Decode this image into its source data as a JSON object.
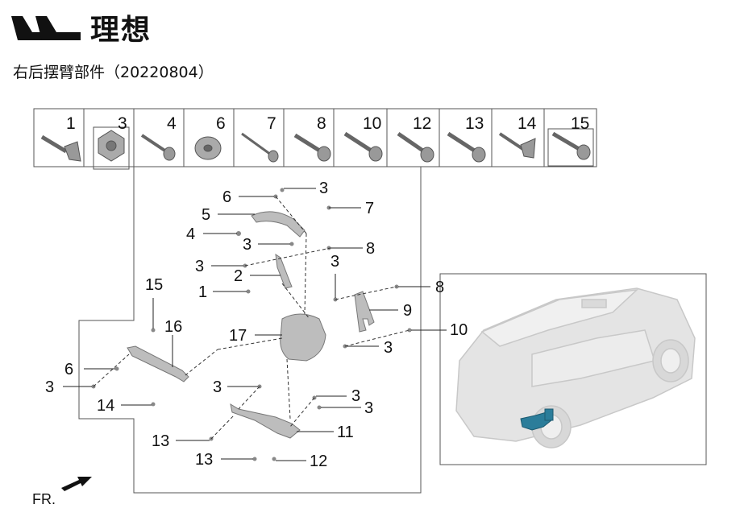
{
  "brand": {
    "logo_icon": "li-auto-logo-icon",
    "name": "理想"
  },
  "title": "右后摆臂部件（20220804）",
  "header_cells": [
    "1",
    "3",
    "4",
    "6",
    "7",
    "8",
    "10",
    "12",
    "13",
    "14",
    "15"
  ],
  "callouts": [
    {
      "id": "c-6a",
      "text": "6"
    },
    {
      "id": "c-3a",
      "text": "3"
    },
    {
      "id": "c-5",
      "text": "5"
    },
    {
      "id": "c-7",
      "text": "7"
    },
    {
      "id": "c-4",
      "text": "4"
    },
    {
      "id": "c-3b",
      "text": "3"
    },
    {
      "id": "c-8a",
      "text": "8"
    },
    {
      "id": "c-3c",
      "text": "3"
    },
    {
      "id": "c-2",
      "text": "2"
    },
    {
      "id": "c-1",
      "text": "1"
    },
    {
      "id": "c-3d",
      "text": "3"
    },
    {
      "id": "c-8b",
      "text": "8"
    },
    {
      "id": "c-9",
      "text": "9"
    },
    {
      "id": "c-10",
      "text": "10"
    },
    {
      "id": "c-3e",
      "text": "3"
    },
    {
      "id": "c-15",
      "text": "15"
    },
    {
      "id": "c-16",
      "text": "16"
    },
    {
      "id": "c-17",
      "text": "17"
    },
    {
      "id": "c-6b",
      "text": "6"
    },
    {
      "id": "c-3f",
      "text": "3"
    },
    {
      "id": "c-14",
      "text": "14"
    },
    {
      "id": "c-3g",
      "text": "3"
    },
    {
      "id": "c-3h",
      "text": "3"
    },
    {
      "id": "c-3i",
      "text": "3"
    },
    {
      "id": "c-11",
      "text": "11"
    },
    {
      "id": "c-13a",
      "text": "13"
    },
    {
      "id": "c-13b",
      "text": "13"
    },
    {
      "id": "c-12",
      "text": "12"
    }
  ],
  "direction_label": "FR.",
  "colors": {
    "line": "#222222",
    "part": "#9a9a9a",
    "car": "#e2e2e2",
    "highlight": "#2b7d9a"
  }
}
